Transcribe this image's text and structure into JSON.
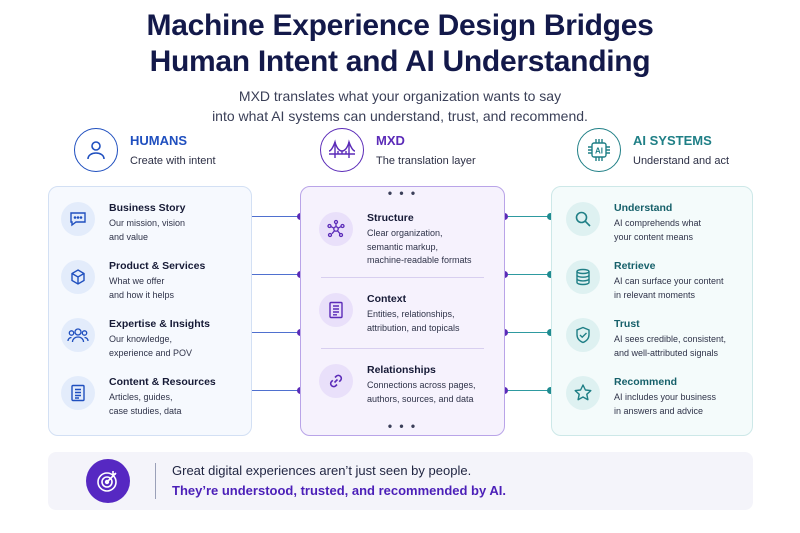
{
  "title": {
    "line1": "Machine Experience Design Bridges",
    "line2": "Human Intent and AI Understanding"
  },
  "subtitle": {
    "line1": "MXD translates what your organization wants to say",
    "line2": "into what AI systems can understand, trust, and recommend."
  },
  "colors": {
    "humans": "#1f4fbf",
    "mxd": "#5b2bb8",
    "ai": "#1f7f86",
    "footer_accent": "#4b1fb8"
  },
  "humans": {
    "title": "HUMANS",
    "subtitle": "Create with intent",
    "icon": "person-icon",
    "items": [
      {
        "title": "Business Story",
        "desc1": "Our mission, vision",
        "desc2": "and value",
        "icon": "chat-bubble-icon"
      },
      {
        "title": "Product & Services",
        "desc1": "What we offer",
        "desc2": "and how it helps",
        "icon": "cube-icon"
      },
      {
        "title": "Expertise & Insights",
        "desc1": "Our knowledge,",
        "desc2": "experience and POV",
        "icon": "group-icon"
      },
      {
        "title": "Content & Resources",
        "desc1": "Articles, guides,",
        "desc2": "case studies, data",
        "icon": "document-icon"
      }
    ]
  },
  "mxd": {
    "title": "MXD",
    "subtitle": "The translation layer",
    "icon": "bridge-icon",
    "dots": "• • •",
    "items": [
      {
        "title": "Structure",
        "desc1": "Clear organization,",
        "desc2": "semantic markup,",
        "desc3": "machine-readable formats",
        "icon": "network-icon"
      },
      {
        "title": "Context",
        "desc1": "Entities, relationships,",
        "desc2": "attribution, and topicals",
        "icon": "context-document-icon"
      },
      {
        "title": "Relationships",
        "desc1": "Connections across pages,",
        "desc2": "authors, sources, and data",
        "icon": "link-icon"
      }
    ]
  },
  "ai": {
    "title": "AI SYSTEMS",
    "subtitle": "Understand and act",
    "icon": "ai-chip-icon",
    "chip_label": "AI",
    "items": [
      {
        "title": "Understand",
        "desc1": "AI comprehends what",
        "desc2": "your content means",
        "icon": "magnifier-icon"
      },
      {
        "title": "Retrieve",
        "desc1": "AI can surface your content",
        "desc2": "in relevant moments",
        "icon": "database-icon"
      },
      {
        "title": "Trust",
        "desc1": "AI sees credible, consistent,",
        "desc2": "and well-attributed signals",
        "icon": "shield-check-icon"
      },
      {
        "title": "Recommend",
        "desc1": "AI includes your business",
        "desc2": "in answers and advice",
        "icon": "star-icon"
      }
    ]
  },
  "footer": {
    "line1": "Great digital experiences aren’t just seen by people.",
    "line2": "They’re understood, trusted, and recommended by AI.",
    "icon": "target-icon"
  }
}
